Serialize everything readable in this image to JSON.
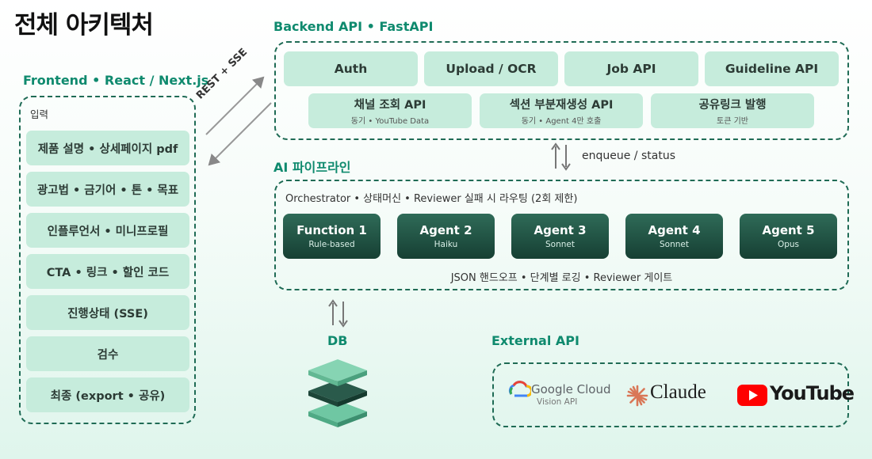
{
  "title": "전체 아키텍처",
  "frontend": {
    "heading": "Frontend • React / Next.js",
    "input_label": "입력",
    "items": [
      "제품 설명 • 상세페이지 pdf",
      "광고법 • 금기어 • 톤 • 목표",
      "인플루언서 • 미니프로필",
      "CTA • 링크 • 할인 코드",
      "진행상태 (SSE)",
      "검수",
      "최종 (export • 공유)"
    ]
  },
  "connector": {
    "label": "REST + SSE"
  },
  "backend": {
    "heading": "Backend API • FastAPI",
    "row1": [
      "Auth",
      "Upload / OCR",
      "Job API",
      "Guideline API"
    ],
    "row2": [
      {
        "label": "채널 조회 API",
        "sub": "동기 • YouTube Data"
      },
      {
        "label": "섹션 부분재생성 API",
        "sub": "동기 • Agent 4만 호출"
      },
      {
        "label": "공유링크 발행",
        "sub": "토큰 기반"
      }
    ]
  },
  "queue": {
    "label": "enqueue / status"
  },
  "pipeline": {
    "heading": "AI 파이프라인",
    "orchestrator": "Orchestrator • 상태머신 • Reviewer 실패 시 라우팅 (2회 제한)",
    "agents": [
      {
        "name": "Function 1",
        "sub": "Rule-based"
      },
      {
        "name": "Agent 2",
        "sub": "Haiku"
      },
      {
        "name": "Agent 3",
        "sub": "Sonnet"
      },
      {
        "name": "Agent 4",
        "sub": "Sonnet"
      },
      {
        "name": "Agent 5",
        "sub": "Opus"
      }
    ],
    "footer": "JSON 핸드오프 • 단계별 로깅 • Reviewer 게이트"
  },
  "db": {
    "label": "DB"
  },
  "external": {
    "heading": "External API",
    "google": {
      "name": "Google Cloud",
      "sub": "Vision API"
    },
    "claude": "Claude",
    "youtube": "YouTube"
  },
  "colors": {
    "accent": "#0f8a6e",
    "pill": "#c6ecdc",
    "agent_dark": "#163f33",
    "youtube_red": "#ff0000",
    "claude_orange": "#d97757"
  }
}
